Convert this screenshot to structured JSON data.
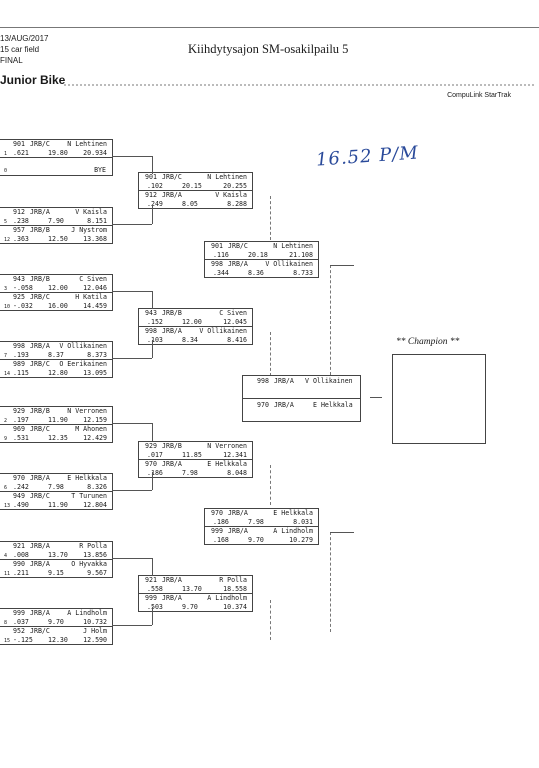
{
  "header": {
    "date": "13/AUG/2017",
    "field": "15 car field",
    "round": "FINAL",
    "title": "Kiihdytysajon SM-osakilpailu 5",
    "class_name": "Junior Bike",
    "brand": "CompuLink StarTrak",
    "handwritten_note": "16.52 P/M"
  },
  "champion_label": "** Champion **",
  "round1": [
    [
      {
        "num": "901",
        "cls": "JRB/C",
        "name": "N Lehtinen",
        "lane": "1",
        "rt": ".621",
        "et": "19.80",
        "tot": "20.934"
      },
      {
        "bye": "BYE",
        "lane": "0"
      }
    ],
    [
      {
        "num": "912",
        "cls": "JRB/A",
        "name": "V Kaisla",
        "lane": "5",
        "rt": ".238",
        "et": "7.90",
        "tot": "8.151"
      },
      {
        "num": "957",
        "cls": "JRB/B",
        "name": "J Nystrom",
        "lane": "12",
        "rt": ".363",
        "et": "12.50",
        "tot": "13.368"
      }
    ],
    [
      {
        "num": "943",
        "cls": "JRB/B",
        "name": "C Siven",
        "lane": "3",
        "rt": "-.058",
        "et": "12.00",
        "tot": "12.046"
      },
      {
        "num": "925",
        "cls": "JRB/C",
        "name": "H Katila",
        "lane": "10",
        "rt": "-.032",
        "et": "16.00",
        "tot": "14.459"
      }
    ],
    [
      {
        "num": "998",
        "cls": "JRB/A",
        "name": "V Ollikainen",
        "lane": "7",
        "rt": ".193",
        "et": "8.37",
        "tot": "8.373"
      },
      {
        "num": "989",
        "cls": "JRB/C",
        "name": "O Eerikainen",
        "lane": "14",
        "rt": ".115",
        "et": "12.80",
        "tot": "13.095"
      }
    ],
    [
      {
        "num": "929",
        "cls": "JRB/B",
        "name": "N Verronen",
        "lane": "2",
        "rt": ".197",
        "et": "11.90",
        "tot": "12.159"
      },
      {
        "num": "969",
        "cls": "JRB/C",
        "name": "M Ahonen",
        "lane": "9",
        "rt": ".531",
        "et": "12.35",
        "tot": "12.429"
      }
    ],
    [
      {
        "num": "970",
        "cls": "JRB/A",
        "name": "E Helkkala",
        "lane": "6",
        "rt": ".242",
        "et": "7.98",
        "tot": "8.326"
      },
      {
        "num": "949",
        "cls": "JRB/C",
        "name": "T Turunen",
        "lane": "13",
        "rt": ".490",
        "et": "11.90",
        "tot": "12.804"
      }
    ],
    [
      {
        "num": "921",
        "cls": "JRB/A",
        "name": "R Polla",
        "lane": "4",
        "rt": ".008",
        "et": "13.70",
        "tot": "13.856"
      },
      {
        "num": "990",
        "cls": "JRB/A",
        "name": "O Hyvakka",
        "lane": "11",
        "rt": ".211",
        "et": "9.15",
        "tot": "9.567"
      }
    ],
    [
      {
        "num": "999",
        "cls": "JRB/A",
        "name": "A Lindholm",
        "lane": "8",
        "rt": ".037",
        "et": "9.70",
        "tot": "10.732"
      },
      {
        "num": "952",
        "cls": "JRB/C",
        "name": "J Holm",
        "lane": "15",
        "rt": "-.125",
        "et": "12.30",
        "tot": "12.590"
      }
    ]
  ],
  "round2": [
    [
      {
        "num": "901",
        "cls": "JRB/C",
        "name": "N Lehtinen",
        "rt": ".102",
        "et": "20.15",
        "tot": "20.255"
      },
      {
        "num": "912",
        "cls": "JRB/A",
        "name": "V Kaisla",
        "rt": ".249",
        "et": "8.05",
        "tot": "8.288"
      }
    ],
    [
      {
        "num": "943",
        "cls": "JRB/B",
        "name": "C Siven",
        "rt": ".152",
        "et": "12.00",
        "tot": "12.045"
      },
      {
        "num": "998",
        "cls": "JRB/A",
        "name": "V Ollikainen",
        "rt": ".103",
        "et": "8.34",
        "tot": "8.416"
      }
    ],
    [
      {
        "num": "929",
        "cls": "JRB/B",
        "name": "N Verronen",
        "rt": ".017",
        "et": "11.85",
        "tot": "12.341"
      },
      {
        "num": "970",
        "cls": "JRB/A",
        "name": "E Helkkala",
        "rt": ".186",
        "et": "7.98",
        "tot": "8.048"
      }
    ],
    [
      {
        "num": "921",
        "cls": "JRB/A",
        "name": "R Polla",
        "rt": ".558",
        "et": "13.70",
        "tot": "18.558"
      },
      {
        "num": "999",
        "cls": "JRB/A",
        "name": "A Lindholm",
        "rt": ".503",
        "et": "9.70",
        "tot": "10.374"
      }
    ]
  ],
  "round3": [
    [
      {
        "num": "901",
        "cls": "JRB/C",
        "name": "N Lehtinen",
        "rt": ".116",
        "et": "20.18",
        "tot": "21.108"
      },
      {
        "num": "998",
        "cls": "JRB/A",
        "name": "V Ollikainen",
        "rt": ".344",
        "et": "8.36",
        "tot": "8.733"
      }
    ],
    [
      {
        "num": "970",
        "cls": "JRB/A",
        "name": "E Helkkala",
        "rt": ".186",
        "et": "7.98",
        "tot": "8.031"
      },
      {
        "num": "999",
        "cls": "JRB/A",
        "name": "A Lindholm",
        "rt": ".168",
        "et": "9.70",
        "tot": "10.279"
      }
    ]
  ],
  "final": [
    {
      "num": "998",
      "cls": "JRB/A",
      "name": "V Ollikainen"
    },
    {
      "num": "970",
      "cls": "JRB/A",
      "name": "E Helkkala"
    }
  ]
}
